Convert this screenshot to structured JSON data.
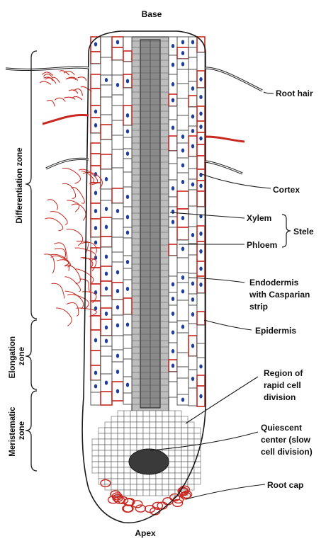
{
  "colors": {
    "red": "#c8281f",
    "blue": "#1f3f9a",
    "stele_gray": "#8a8a8a",
    "quiescent": "#3a3a3a",
    "line": "#1a1a1a"
  },
  "labels": {
    "base": "Base",
    "apex": "Apex",
    "root_hair": "Root hair",
    "cortex": "Cortex",
    "xylem": "Xylem",
    "phloem": "Phloem",
    "stele": "Stele",
    "endodermis_line1": "Endodermis",
    "endodermis_line2": "with Casparian",
    "endodermis_line3": "strip",
    "epidermis": "Epidermis",
    "region_line1": "Region of",
    "region_line2": "rapid cell",
    "region_line3": "division",
    "quiescent_line1": "Quiescent",
    "quiescent_line2": "center (slow",
    "quiescent_line3": "cell division)",
    "root_cap": "Root cap"
  },
  "zones": {
    "differentiation": "Differentiation zone",
    "elongation_line1": "Elongation",
    "elongation_line2": "zone",
    "meristematic_line1": "Meristematic",
    "meristematic_line2": "zone"
  }
}
